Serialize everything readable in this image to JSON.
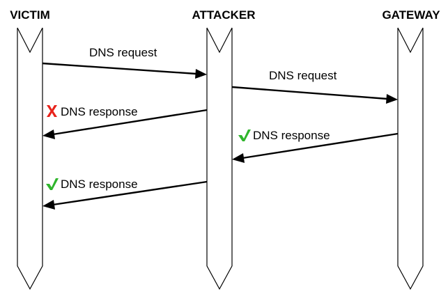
{
  "participants": [
    {
      "id": "victim",
      "label": "VICTIM"
    },
    {
      "id": "attacker",
      "label": "ATTACKER"
    },
    {
      "id": "gateway",
      "label": "GATEWAY"
    }
  ],
  "messages": [
    {
      "from": "victim",
      "to": "attacker",
      "label": "DNS request",
      "status": "none"
    },
    {
      "from": "attacker",
      "to": "gateway",
      "label": "DNS request",
      "status": "none"
    },
    {
      "from": "attacker",
      "to": "victim",
      "label": "DNS response",
      "status": "rejected",
      "status_icon": "red-x-icon"
    },
    {
      "from": "gateway",
      "to": "attacker",
      "label": "DNS response",
      "status": "accepted",
      "status_icon": "green-check-icon"
    },
    {
      "from": "attacker",
      "to": "victim",
      "label": "DNS response",
      "status": "accepted",
      "status_icon": "green-check-icon"
    }
  ],
  "colors": {
    "reject": "#e8231b",
    "accept": "#2fb52c",
    "line": "#000000"
  }
}
